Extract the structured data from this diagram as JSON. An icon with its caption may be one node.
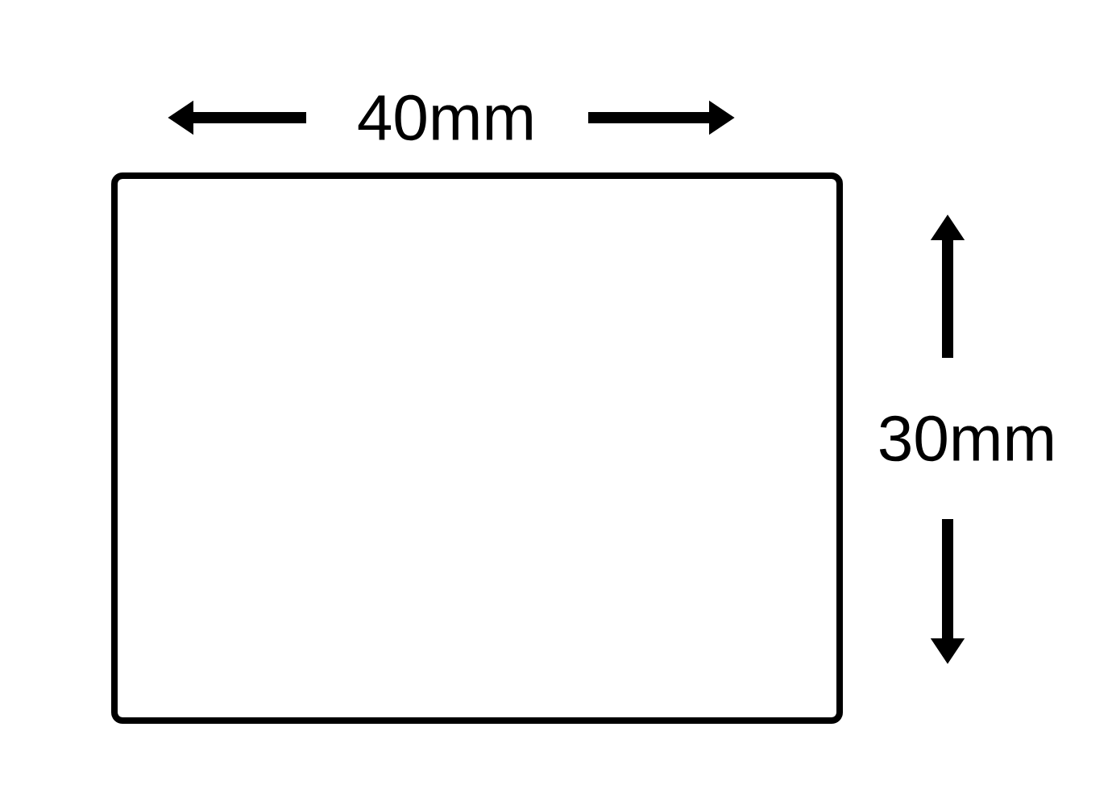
{
  "diagram": {
    "nodes": [
      {
        "text": [],
        "shape": "box"
      }
    ],
    "labels": [
      "40mm",
      "30mm"
    ]
  }
}
